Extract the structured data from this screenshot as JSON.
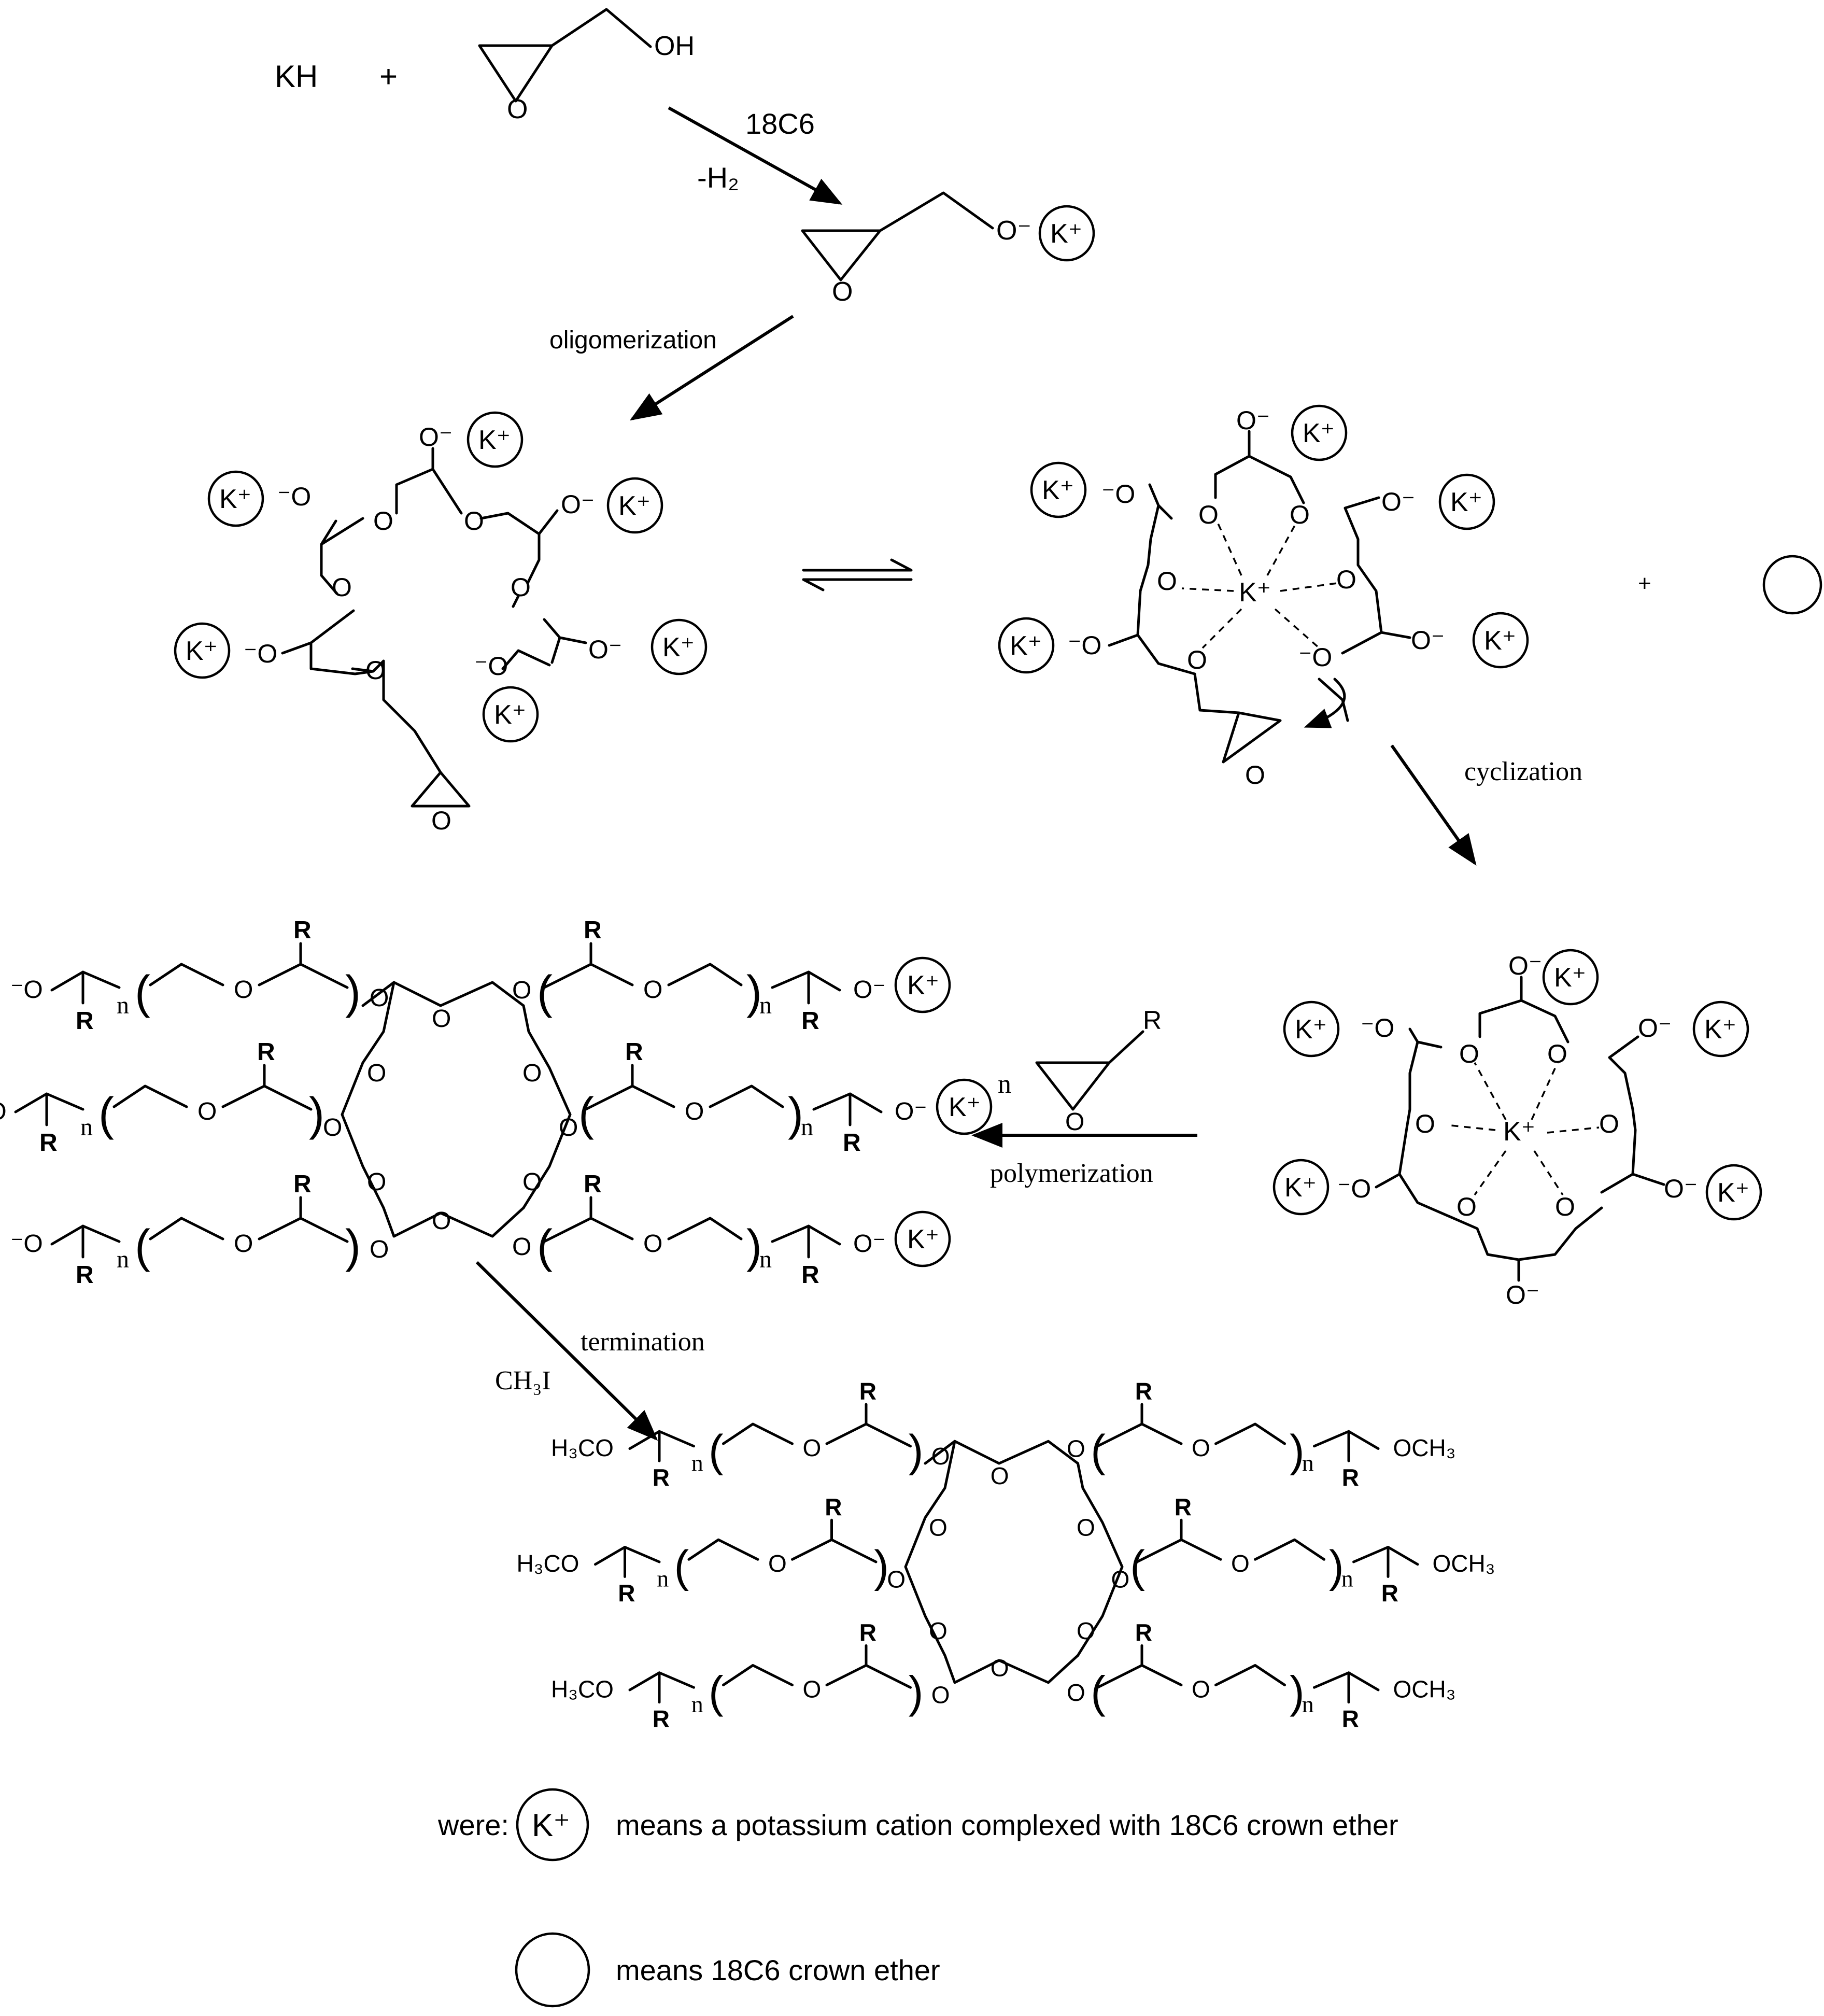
{
  "reactants": {
    "kh": "KH",
    "plus": "+",
    "oh": "OH"
  },
  "step1": {
    "reagent": "18C6",
    "byproduct": "-H₂"
  },
  "step2": {
    "label": "oligomerization"
  },
  "step3": {
    "label": "cyclization",
    "plus": "+"
  },
  "step4": {
    "reagent_n": "n",
    "substituent": "R",
    "label": "polymerization"
  },
  "step5": {
    "reagent": "CH₃I",
    "label": "termination"
  },
  "atoms": {
    "o": "O",
    "o_minus": "O⁻",
    "minus_o": "⁻O",
    "k_plus": "K⁺",
    "r": "R",
    "n": "n",
    "h3co": "H₃CO",
    "och3": "OCH₃",
    "paren_open": "(",
    "paren_close": ")"
  },
  "legend": {
    "prefix": "were:",
    "kplus_symbol": "K⁺",
    "kplus_meaning": "means a potassium cation complexed with 18C6 crown ether",
    "crown_meaning": "means 18C6 crown ether"
  }
}
